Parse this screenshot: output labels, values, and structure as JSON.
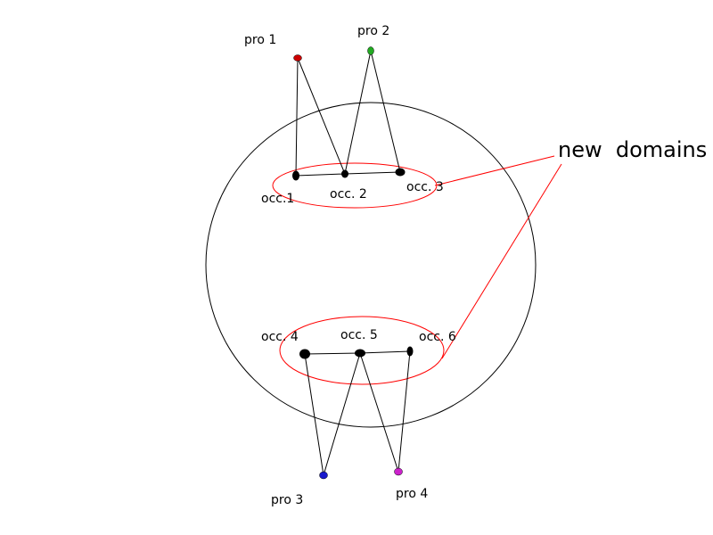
{
  "labels": {
    "pro1": "pro 1",
    "pro2": "pro 2",
    "pro3": "pro 3",
    "pro4": "pro 4",
    "occ1": "occ.1",
    "occ2": "occ. 2",
    "occ3": "occ. 3",
    "occ4": "occ. 4",
    "occ5": "occ. 5",
    "occ6": "occ. 6",
    "annotation": "new  domains"
  },
  "colors": {
    "pro1": "#cc0000",
    "pro2": "#22aa22",
    "pro3": "#1a1acc",
    "pro4": "#cc22cc",
    "occurrence": "#000000",
    "domain_outline": "#ff0000",
    "boundary_circle": "#000000",
    "edges": "#000000"
  },
  "icons": {
    "pro_node": "filled-ellipse",
    "occ_node": "filled-ellipse"
  },
  "diagram": {
    "edges": [
      [
        "pro1",
        "occ1"
      ],
      [
        "pro1",
        "occ2"
      ],
      [
        "pro2",
        "occ2"
      ],
      [
        "pro2",
        "occ3"
      ],
      [
        "occ1",
        "occ2"
      ],
      [
        "occ2",
        "occ3"
      ],
      [
        "occ4",
        "occ5"
      ],
      [
        "occ5",
        "occ6"
      ],
      [
        "occ4",
        "pro3"
      ],
      [
        "occ5",
        "pro3"
      ],
      [
        "occ5",
        "pro4"
      ],
      [
        "occ6",
        "pro4"
      ]
    ],
    "domains": [
      "top",
      "bottom"
    ],
    "annotation_targets": [
      "top",
      "bottom"
    ]
  }
}
